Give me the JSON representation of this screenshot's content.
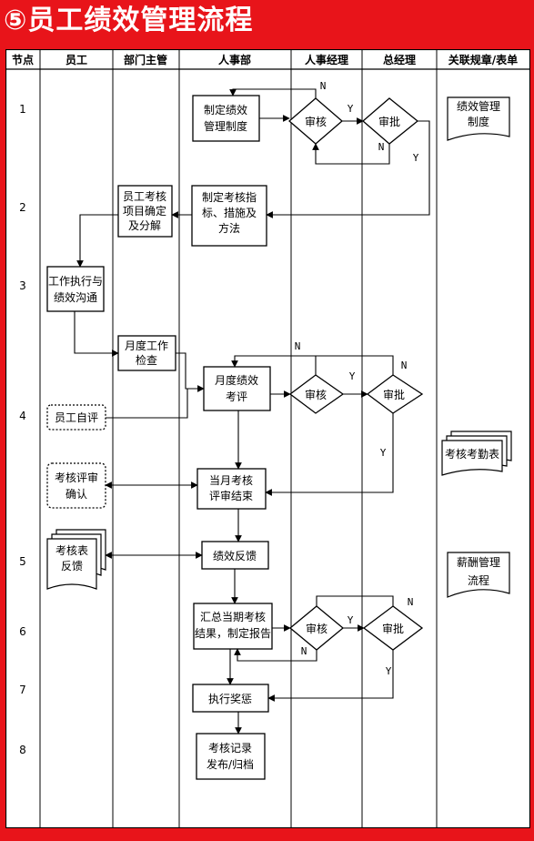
{
  "title": "⑤员工绩效管理流程",
  "columns": [
    "节点",
    "员工",
    "部门主管",
    "人事部",
    "人事经理",
    "总经理",
    "关联规章/表单"
  ],
  "nodes": [
    "1",
    "2",
    "3",
    "4",
    "5",
    "6",
    "7",
    "8"
  ],
  "boxes": {
    "hr_policy": [
      "制定绩效",
      "管理制度"
    ],
    "hr_indicators": [
      "制定考核指",
      "标、措施及",
      "方法"
    ],
    "mgr_items": [
      "员工考核",
      "项目确定",
      "及分解"
    ],
    "emp_execute": [
      "工作执行与",
      "绩效沟通"
    ],
    "mgr_monthly": [
      "月度工作",
      "检查"
    ],
    "hr_monthly_eval": [
      "月度绩效",
      "考评"
    ],
    "emp_self_eval": [
      "员工自评"
    ],
    "emp_confirm": [
      "考核评审",
      "确认"
    ],
    "hr_review_end": [
      "当月考核",
      "评审结束"
    ],
    "emp_form": [
      "考核表",
      "反馈"
    ],
    "hr_feedback": [
      "绩效反馈"
    ],
    "hr_summary": [
      "汇总当期考核",
      "结果，制定报告"
    ],
    "hr_execute": [
      "执行奖惩"
    ],
    "hr_record": [
      "考核记录",
      "发布/归档"
    ]
  },
  "decisions": {
    "review": "审核",
    "approve": "审批"
  },
  "docs": {
    "policy": [
      "绩效管理",
      "制度"
    ],
    "attendance": [
      "考核考勤表"
    ],
    "salary": [
      "薪酬管理",
      "流程"
    ]
  },
  "flags": {
    "yes": "Y",
    "no": "N"
  }
}
